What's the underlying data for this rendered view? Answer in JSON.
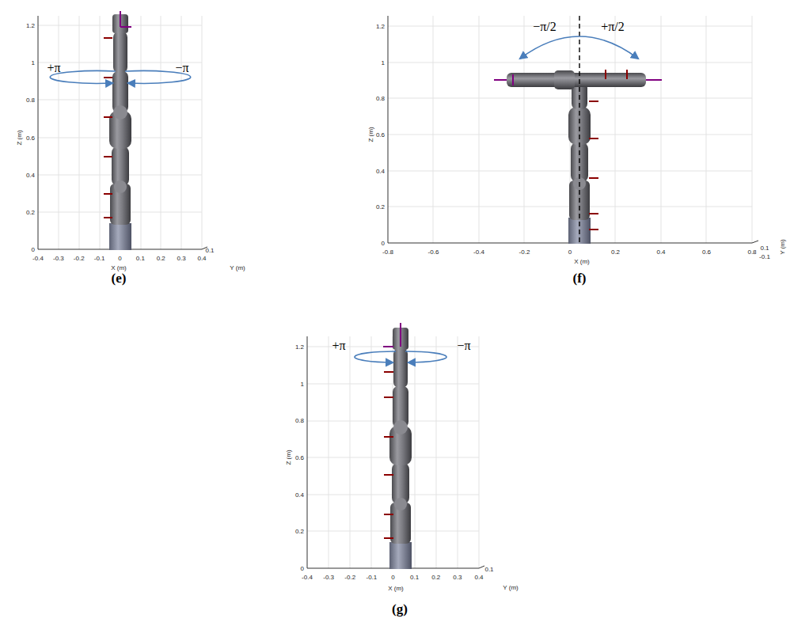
{
  "diagram": {
    "labels": [
      "Z (m)",
      "1.2",
      "1",
      "0.8",
      "0.6",
      "0.4",
      "0.2",
      "0",
      "-0.4",
      "-0.3",
      "-0.2",
      "-0.1",
      "0",
      "0.1",
      "0.2",
      "0.3",
      "0.4",
      "X (m)",
      "0.1",
      "Y (m)",
      "+π",
      "−π",
      "(e)",
      "Z (m)",
      "1.2",
      "1",
      "0.8",
      "0.6",
      "0.4",
      "0.2",
      "0",
      "-0.8",
      "-0.6",
      "-0.4",
      "-0.2",
      "0",
      "0.2",
      "0.4",
      "0.6",
      "0.8",
      "X (m)",
      "0.1",
      "-0.1",
      "Y (m)",
      "−π/2",
      "+π/2",
      "(f)",
      "Z (m)",
      "1.2",
      "1",
      "0.8",
      "0.6",
      "0.4",
      "0.2",
      "0",
      "-0.4",
      "-0.3",
      "-0.2",
      "-0.1",
      "0",
      "0.1",
      "0.2",
      "0.3",
      "0.4",
      "X (m)",
      "0.1",
      "Y (m)",
      "+π",
      "−π",
      "(g)"
    ]
  }
}
